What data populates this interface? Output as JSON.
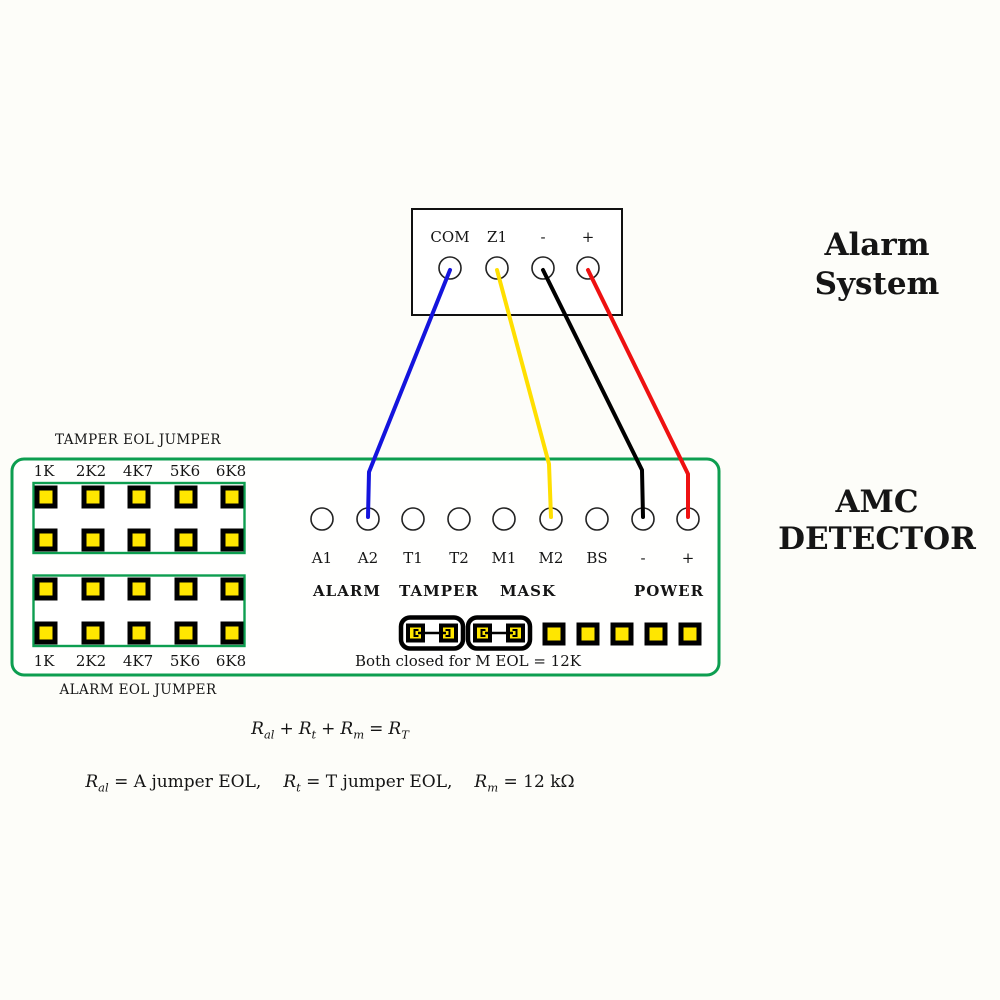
{
  "colors": {
    "board_green": "#0d9e50",
    "pin_yellow": "#ffe600",
    "wire_blue": "#1414dd",
    "wire_yellow": "#ffdf00",
    "wire_black": "#000000",
    "wire_red": "#ee1111"
  },
  "alarm_system": {
    "title_line1": "Alarm",
    "title_line2": "System",
    "terminals": [
      "COM",
      "Z1",
      "-",
      "+"
    ]
  },
  "detector": {
    "title_line1": "AMC",
    "title_line2": "DETECTOR",
    "terminals": [
      "A1",
      "A2",
      "T1",
      "T2",
      "M1",
      "M2",
      "BS",
      "-",
      "+"
    ],
    "groups": [
      "ALARM",
      "TAMPER",
      "MASK",
      "POWER"
    ],
    "tamper_jumper_title": "TAMPER EOL JUMPER",
    "alarm_jumper_title": "ALARM EOL JUMPER",
    "jumper_labels": [
      "1K",
      "2K2",
      "4K7",
      "5K6",
      "6K8"
    ],
    "mask_note": "Both closed for M EOL = 12K"
  },
  "wires": [
    {
      "from": "COM",
      "to": "A2",
      "color": "#1414dd"
    },
    {
      "from": "Z1",
      "to": "M2",
      "color": "#ffdf00"
    },
    {
      "from": "-",
      "to": "-",
      "color": "#000000"
    },
    {
      "from": "+",
      "to": "+",
      "color": "#ee1111"
    }
  ],
  "formulas": {
    "r": "R",
    "plus": "+",
    "equals": "=",
    "sub_al": "al",
    "sub_t": "t",
    "sub_m": "m",
    "sub_T": "T",
    "eq_al": "= A jumper EOL,",
    "eq_t": "= T jumper EOL,",
    "eq_m": "= 12 kΩ"
  }
}
